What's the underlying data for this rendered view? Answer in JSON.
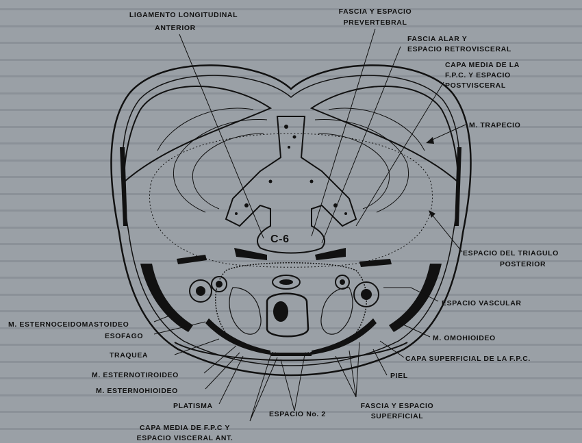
{
  "labels": {
    "lig_long_1": "LIGAMENTO LONGITUDINAL",
    "lig_long_2": "ANTERIOR",
    "fascia_prev_1": "FASCIA Y ESPACIO",
    "fascia_prev_2": "PREVERTEBRAL",
    "fascia_alar_1": "FASCIA ALAR Y",
    "fascia_alar_2": "ESPACIO RETROVISCERAL",
    "capa_media_1": "CAPA MEDIA DE LA",
    "capa_media_2": "F.P.C. Y ESPACIO",
    "capa_media_3": "POSTVISCERAL",
    "trapecio": "M. TRAPECIO",
    "triangulo_1": "ESPACIO DEL TRIAGULO",
    "triangulo_2": "POSTERIOR",
    "vascular": "ESPACIO VASCULAR",
    "omohioideo": "M. OMOHIOIDEO",
    "capa_superficial": "CAPA SUPERFICIAL DE LA F.P.C.",
    "piel": "PIEL",
    "fascia_sup_1": "FASCIA Y ESPACIO",
    "fascia_sup_2": "SUPERFICIAL",
    "espacio_2": "ESPACIO No. 2",
    "capa_visceral_1": "CAPA MEDIA DE F.P.C Y",
    "capa_visceral_2": "ESPACIO VISCERAL ANT.",
    "platisma": "PLATISMA",
    "esternohioideo": "M. ESTERNOHIOIDEO",
    "esternotiroideo": "M. ESTERNOTIROIDEO",
    "traquea": "TRAQUEA",
    "esofago": "ESOFAGO",
    "esternocleido": "M. ESTERNOCEIDOMASTOIDEO",
    "vertebra": "C-6"
  },
  "colors": {
    "background": "#9aa0a6",
    "ink": "#111111",
    "tissue": "#f4f4f1"
  }
}
